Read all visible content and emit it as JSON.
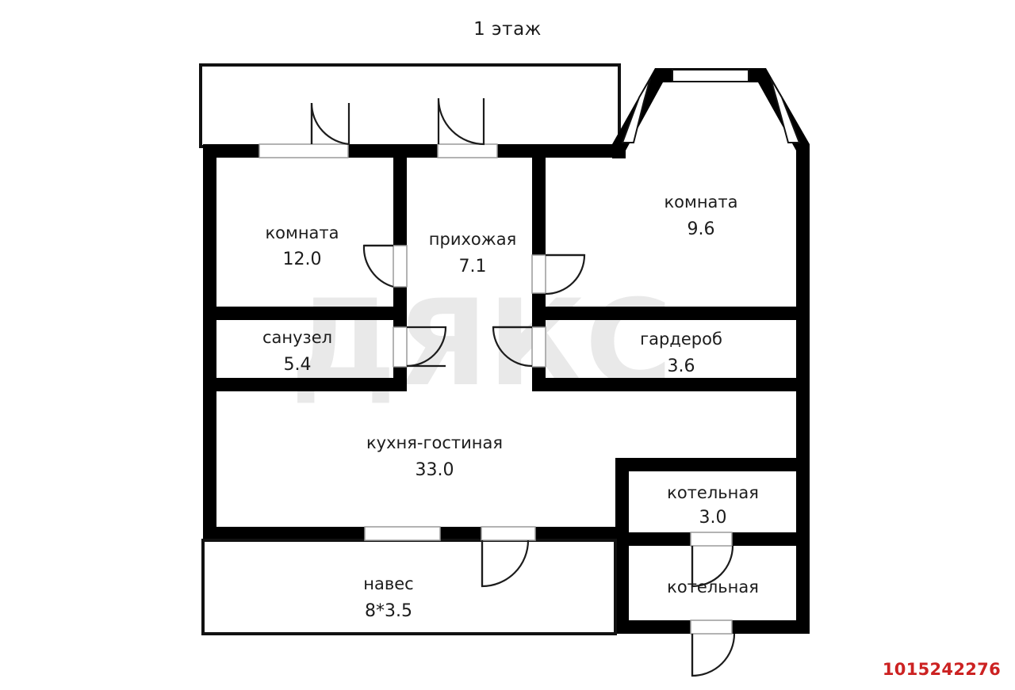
{
  "title": "1 этаж",
  "listing_id": "1015242276",
  "watermark": "ДЯКС",
  "colors": {
    "wall": "#000000",
    "thin_wall": "#3a3a3a",
    "text": "#1c1c1c",
    "id_red": "#cc2222",
    "watermark": "#e9e9e9",
    "background": "#ffffff"
  },
  "rooms": [
    {
      "name": "komnata-12",
      "label": "комната",
      "area": "12.0"
    },
    {
      "name": "prihozhaya",
      "label": "прихожая",
      "area": "7.1"
    },
    {
      "name": "komnata-96",
      "label": "комната",
      "area": "9.6"
    },
    {
      "name": "sanuzel",
      "label": "санузел",
      "area": "5.4"
    },
    {
      "name": "garderob",
      "label": "гардероб",
      "area": "3.6"
    },
    {
      "name": "kuhnya",
      "label": "кухня-гостиная",
      "area": "33.0"
    },
    {
      "name": "kotelnaya-1",
      "label": "котельная",
      "area": "3.0"
    },
    {
      "name": "kotelnaya-2",
      "label": "котельная",
      "area": ""
    },
    {
      "name": "naves",
      "label": "навес",
      "area": "8*3.5"
    }
  ]
}
